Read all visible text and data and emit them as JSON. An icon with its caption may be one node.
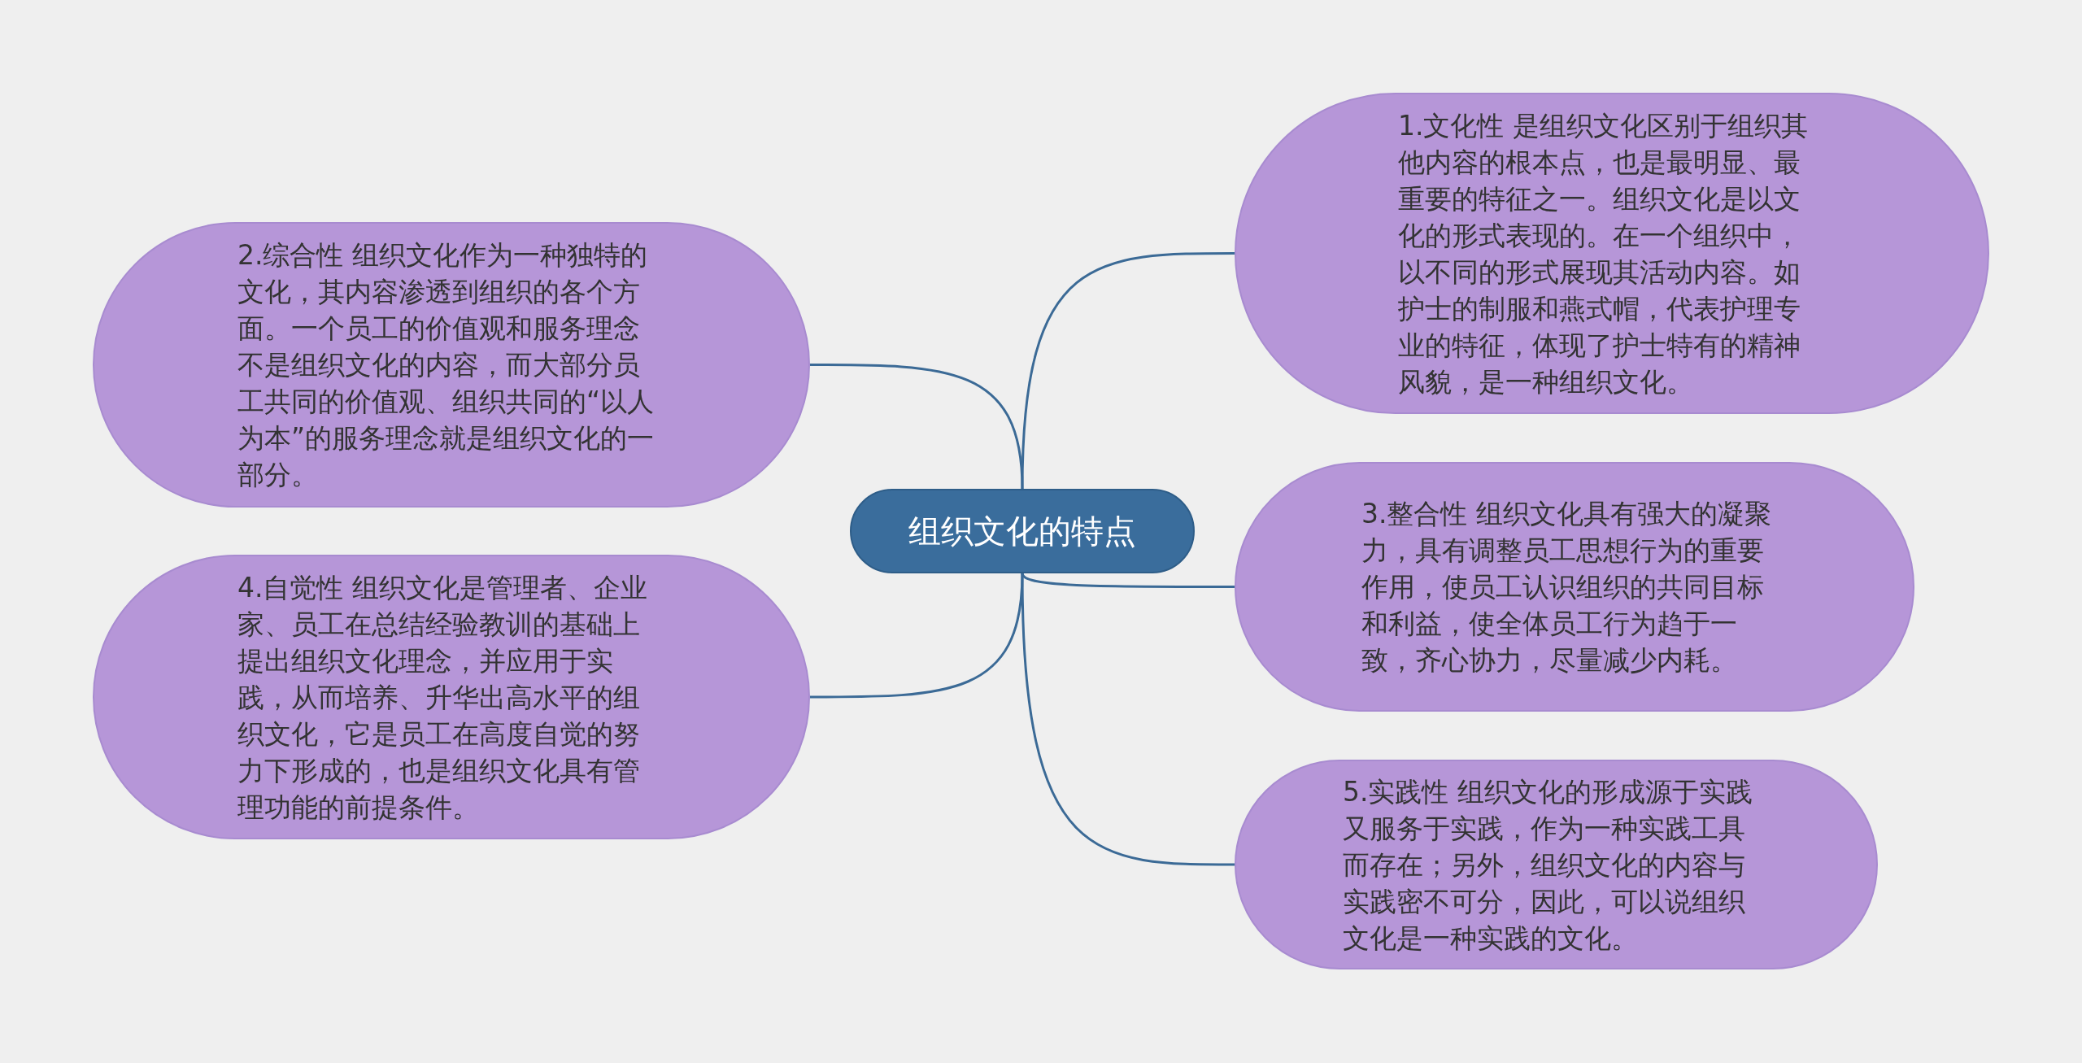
{
  "diagram": {
    "nodes": [
      {
        "text": [
          "组织文化的特点"
        ]
      },
      {
        "text": [
          "1.文化性 是组织文化区别于组织其他内容的根本点，也是最明显、最重要的特征之一。组织文化是以文化的形式表现的。在一个组织中，以不同的形式展现其活动内容。如护士的制服和燕式帽，代表护理专业的特征，体现了护士特有的精神风貌，是一种组织文化。"
        ]
      },
      {
        "text": [
          "2.综合性 组织文化作为一种独特的文化，其内容渗透到组织的各个方面。一个员工的价值观和服务理念不是组织文化的内容，而大部分员工共同的价值观、组织共同的“以人为本”的服务理念就是组织文化的一部分。"
        ]
      },
      {
        "text": [
          "3.整合性 组织文化具有强大的凝聚力，具有调整员工思想行为的重要作用，使员工认识组织的共同目标和利益，使全体员工行为趋于一致，齐心协力，尽量减少内耗。"
        ]
      },
      {
        "text": [
          "4.自觉性 组织文化是管理者、企业家、员工在总结经验教训的基础上提出组织文化理念，并应用于实践，从而培养、升华出高水平的组织文化，它是员工在高度自觉的努力下形成的，也是组织文化具有管理功能的前提条件。"
        ]
      },
      {
        "text": [
          "5.实践性 组织文化的形成源于实践又服务于实践，作为一种实践工具而存在；另外，组织文化的内容与实践密不可分，因此，可以说组织文化是一种实践的文化。"
        ]
      }
    ],
    "edges": [
      {
        "from": 0,
        "to": 1,
        "arrow": "none"
      },
      {
        "from": 0,
        "to": 2,
        "arrow": "none"
      },
      {
        "from": 0,
        "to": 3,
        "arrow": "none"
      },
      {
        "from": 0,
        "to": 4,
        "arrow": "none"
      },
      {
        "from": 0,
        "to": 5,
        "arrow": "none"
      }
    ]
  }
}
